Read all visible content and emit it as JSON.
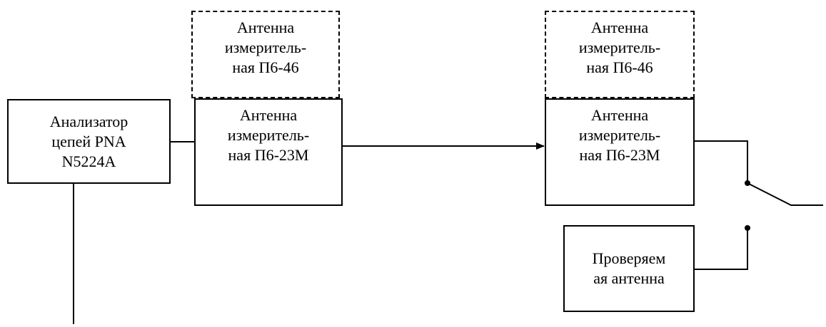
{
  "diagram": {
    "analyzer": {
      "label": "Анализатор\nцепей PNA\nN5224A"
    },
    "tx_reference_antenna": {
      "label": "Антенна\nизмеритель-\nная П6-46"
    },
    "tx_antenna": {
      "label": "Антенна\nизмеритель-\nная П6-23М"
    },
    "rx_reference_antenna": {
      "label": "Антенна\nизмеритель-\nная П6-46"
    },
    "rx_antenna": {
      "label": "Антенна\nизмеритель-\nная П6-23М"
    },
    "antenna_under_test": {
      "label": "Проверяем\nая антенна"
    }
  },
  "colors": {
    "line": "#000000",
    "background": "#ffffff"
  }
}
